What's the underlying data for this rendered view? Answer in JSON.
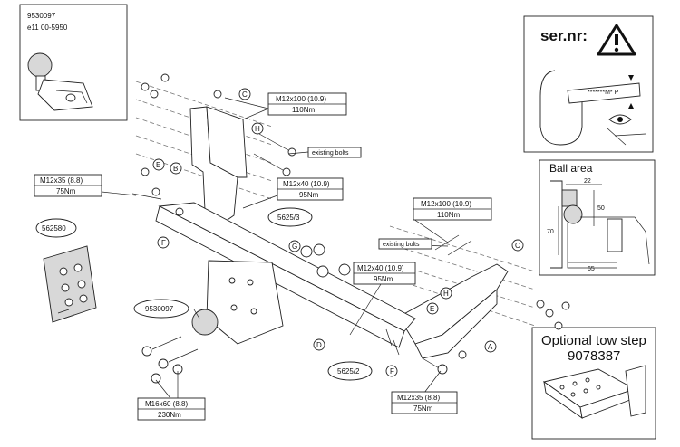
{
  "ball_insert": {
    "code": "9530097",
    "approval": "e11 00-5950"
  },
  "serial_panel": {
    "title": "ser.nr:",
    "plate_text": "*******M* P"
  },
  "ball_area": {
    "title": "Ball area",
    "dims": [
      "22",
      "50",
      "70",
      "65"
    ]
  },
  "tow_step": {
    "line1": "Optional tow step",
    "line2": "9078387"
  },
  "kit_label": "562580",
  "ball_label": "9530097",
  "spec_boxes": {
    "m12x100_left": {
      "bolt": "M12x100 (10.9)",
      "torque": "110Nm"
    },
    "m12x35_left": {
      "bolt": "M12x35 (8.8)",
      "torque": "75Nm"
    },
    "m12x40_left": {
      "bolt": "M12x40 (10.9)",
      "torque": "95Nm"
    },
    "m12x100_right": {
      "bolt": "M12x100 (10.9)",
      "torque": "110Nm"
    },
    "m12x40_right": {
      "bolt": "M12x40 (10.9)",
      "torque": "95Nm"
    },
    "m12x35_right": {
      "bolt": "M12x35 (8.8)",
      "torque": "75Nm"
    },
    "m16x60": {
      "bolt": "M16x60 (8.8)",
      "torque": "230Nm"
    }
  },
  "existing_bolts": "existing bolts",
  "part_refs": {
    "p5625_3": "5625/3",
    "p5625_2": "5625/2",
    "A": "A",
    "B": "B",
    "C": "C",
    "D": "D",
    "E": "E",
    "F": "F",
    "G": "G",
    "H": "H"
  }
}
